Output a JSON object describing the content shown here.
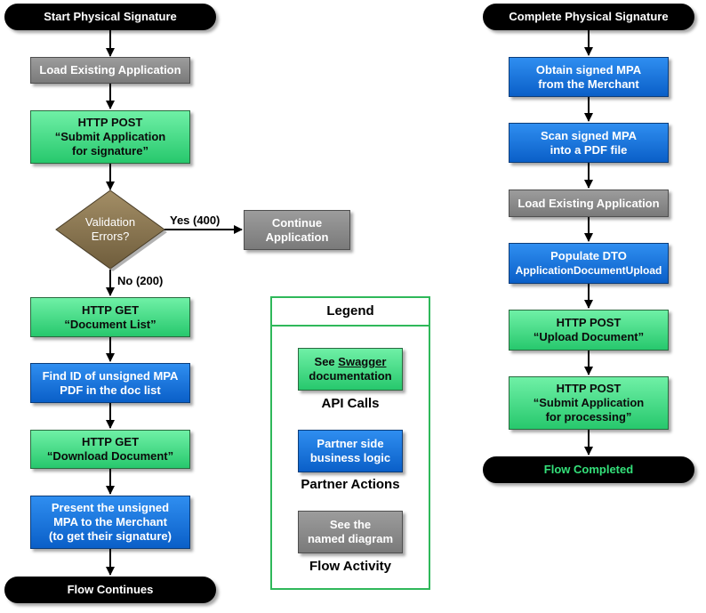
{
  "left_flow": {
    "start": "Start Physical Signature",
    "load_existing": "Load Existing Application",
    "submit_post": [
      "HTTP POST",
      "“Submit Application",
      "for signature”"
    ],
    "decision": [
      "Validation",
      "Errors?"
    ],
    "yes_label": "Yes (400)",
    "no_label": "No (200)",
    "continue_app": [
      "Continue",
      "Application"
    ],
    "get_doc_list": [
      "HTTP GET",
      "“Document List”"
    ],
    "find_id": [
      "Find ID of unsigned MPA",
      "PDF in the doc list"
    ],
    "download_doc": [
      "HTTP GET",
      "“Download Document”"
    ],
    "present": [
      "Present the unsigned",
      "MPA to the Merchant",
      "(to get their signature)"
    ],
    "end": "Flow Continues"
  },
  "right_flow": {
    "start": "Complete Physical Signature",
    "obtain": [
      "Obtain signed MPA",
      "from the Merchant"
    ],
    "scan": [
      "Scan signed MPA",
      "into a PDF file"
    ],
    "load_existing": "Load Existing Application",
    "populate": [
      "Populate DTO",
      "ApplicationDocumentUpload"
    ],
    "upload_post": [
      "HTTP POST",
      "“Upload Document”"
    ],
    "submit_post": [
      "HTTP POST",
      "“Submit Application",
      "for processing”"
    ],
    "end": "Flow Completed"
  },
  "legend": {
    "title": "Legend",
    "api_box": {
      "prefix": "See ",
      "link": "Swagger",
      "line2": "documentation"
    },
    "api_caption": "API Calls",
    "partner_box": [
      "Partner side",
      "business logic"
    ],
    "partner_caption": "Partner Actions",
    "flow_box": [
      "See the",
      "named diagram"
    ],
    "flow_caption": "Flow Activity"
  },
  "colors": {
    "green": "#3ddc84",
    "blue": "#1a75e0",
    "gray": "#8a8a8a",
    "terminal": "#000000",
    "decision": "#8b7650",
    "legend_border": "#2fb85a",
    "completed_text": "#34e07a"
  }
}
